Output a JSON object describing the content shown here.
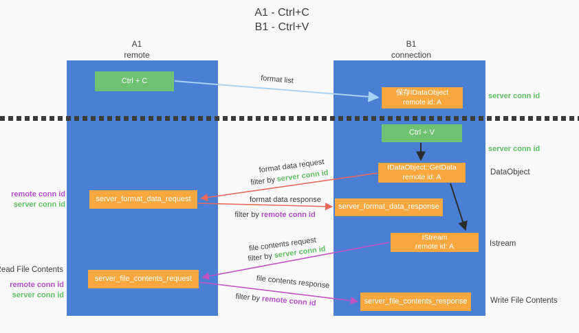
{
  "colors": {
    "column_blue": "#4a7fd4",
    "box_green": "#6ec271",
    "box_orange": "#f9a83f",
    "label_green": "#5fbf63",
    "label_purple": "#b44fca",
    "arrow_red": "#e8685c",
    "arrow_magenta": "#c251c1",
    "arrow_lightblue": "#a9d3f2",
    "text_dark": "#3c3c3c",
    "background": "#f9f9f9"
  },
  "title": {
    "line1": "A1 - Ctrl+C",
    "line2": "B1 - Ctrl+V"
  },
  "columns": {
    "left": {
      "id": "A1",
      "label": "remote"
    },
    "right": {
      "id": "B1",
      "label": "connection"
    }
  },
  "boxes": {
    "ctrl_c": "Ctrl + C",
    "ctrl_v": "Ctrl + V",
    "save_idataobject": {
      "line1": "保存IDataObject",
      "line2": "remote id: A"
    },
    "getdata": {
      "line1": "IDataObject::GetData",
      "line2": "remote id: A"
    },
    "istream": {
      "line1": "IStream",
      "line2": "remote id: A"
    },
    "format_request": "server_format_data_request",
    "format_response": "server_format_data_response",
    "file_request": "server_file_contents_request",
    "file_response": "server_file_contents_response"
  },
  "arrow_labels": {
    "format_list": "format list",
    "format_data_request": "format data request",
    "format_data_response": "format data response",
    "file_contents_request": "file contents request",
    "file_contents_response": "file contents response",
    "filter_by": "filter by",
    "server_conn_id": "server conn id",
    "remote_conn_id": "remote conn id"
  },
  "side_labels": {
    "remote_conn_id": "remote conn id",
    "server_conn_id": "server conn id",
    "read_file_contents": "Read File Contents",
    "write_file_contents": "Write File Contents",
    "dataobject": "DataObject",
    "istream": "Istream"
  }
}
